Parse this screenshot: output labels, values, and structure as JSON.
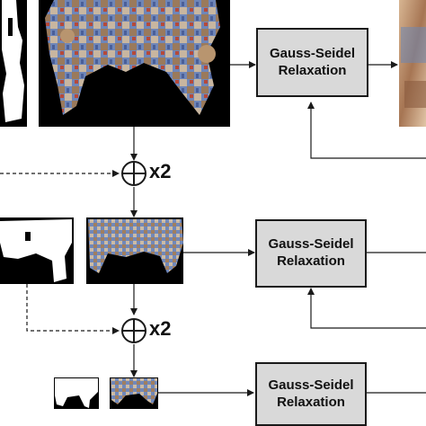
{
  "diagram": {
    "levels": [
      {
        "box_line1": "Gauss-Seidel",
        "box_line2": "Relaxation"
      },
      {
        "box_line1": "Gauss-Seidel",
        "box_line2": "Relaxation"
      },
      {
        "box_line1": "Gauss-Seidel",
        "box_line2": "Relaxation"
      }
    ],
    "upsample_labels": [
      "x2",
      "x2"
    ]
  },
  "colors": {
    "box_fill": "#d9d9d9",
    "stroke": "#1a1a1a",
    "mask_white": "#ffffff",
    "mask_black": "#000000"
  }
}
